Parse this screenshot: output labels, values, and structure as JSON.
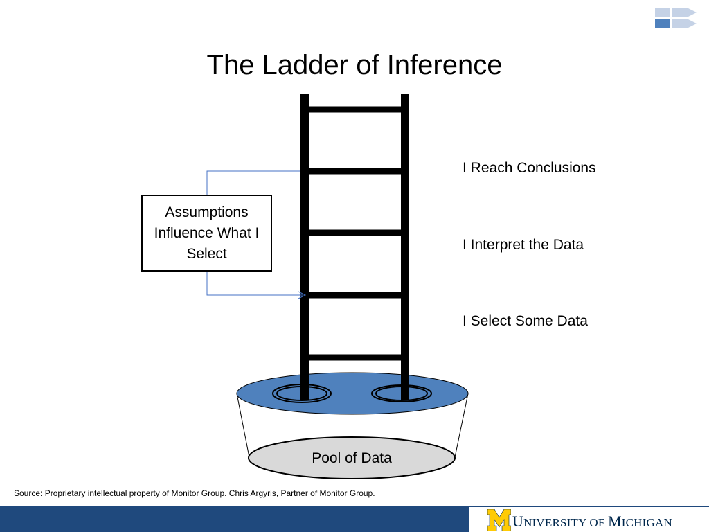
{
  "slide": {
    "title": "The Ladder of Inference"
  },
  "diagram": {
    "assumption_box_text": "Assumptions Influence What I Select",
    "rung_labels": {
      "top": "I Reach Conclusions",
      "middle": "I Interpret the Data",
      "bottom": "I Select Some Data"
    },
    "pool_label": "Pool of Data"
  },
  "source_note": "Source:  Proprietary intellectual property of Monitor Group. Chris Argyris, Partner of Monitor Group.",
  "footer": {
    "university_name": {
      "first_initial": "U",
      "first_rest": "NIVERSITY OF ",
      "second_initial": "M",
      "second_rest": "ICHIGAN"
    }
  },
  "colors": {
    "pool_fill": "#4f81bd",
    "footer_bar": "#1f497d",
    "maize": "#ffcb05",
    "michigan_blue": "#00274c",
    "arrow_blue": "#4472c4"
  },
  "icons": {
    "corner": "forward-arrows-icon",
    "logo": "block-m-logo"
  }
}
